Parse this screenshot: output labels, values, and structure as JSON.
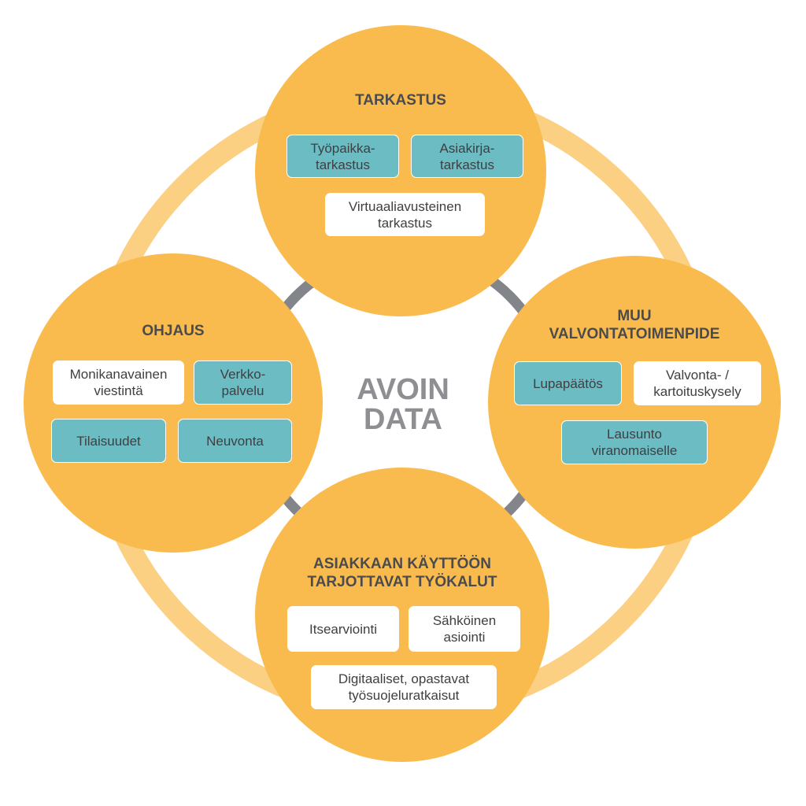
{
  "center": {
    "label": "AVOIN\nDATA"
  },
  "colors": {
    "circle": "#f9bb4e",
    "ring": "#fbd083",
    "connector": "#828589",
    "teal_box": "#6cbcc4",
    "white_box": "#ffffff",
    "text": "#4b4b4d",
    "center_text": "#8f8f93"
  },
  "top": {
    "title": "TARKASTUS",
    "boxes": [
      {
        "label": "Työpaikka-\ntarkastus",
        "style": "teal"
      },
      {
        "label": "Asiakirja-\ntarkastus",
        "style": "teal"
      },
      {
        "label": "Virtuaaliavusteinen\ntarkastus",
        "style": "white"
      }
    ]
  },
  "left": {
    "title": "OHJAUS",
    "boxes": [
      {
        "label": "Monikanavainen\nviestintä",
        "style": "white"
      },
      {
        "label": "Verkko-\npalvelu",
        "style": "teal"
      },
      {
        "label": "Tilaisuudet",
        "style": "teal"
      },
      {
        "label": "Neuvonta",
        "style": "teal"
      }
    ]
  },
  "right": {
    "title": "MUU\nVALVONTATOIMENPIDE",
    "boxes": [
      {
        "label": "Lupapäätös",
        "style": "teal"
      },
      {
        "label": "Valvonta- /\nkartoituskysely",
        "style": "white"
      },
      {
        "label": "Lausunto\nviranomaiselle",
        "style": "teal"
      }
    ]
  },
  "bottom": {
    "title": "ASIAKKAAN KÄYTTÖÖN\nTARJOTTAVAT TYÖKALUT",
    "boxes": [
      {
        "label": "Itsearviointi",
        "style": "white"
      },
      {
        "label": "Sähköinen\nasiointi",
        "style": "white"
      },
      {
        "label": "Digitaaliset, opastavat\ntyösuojeluratkaisut",
        "style": "white"
      }
    ]
  }
}
